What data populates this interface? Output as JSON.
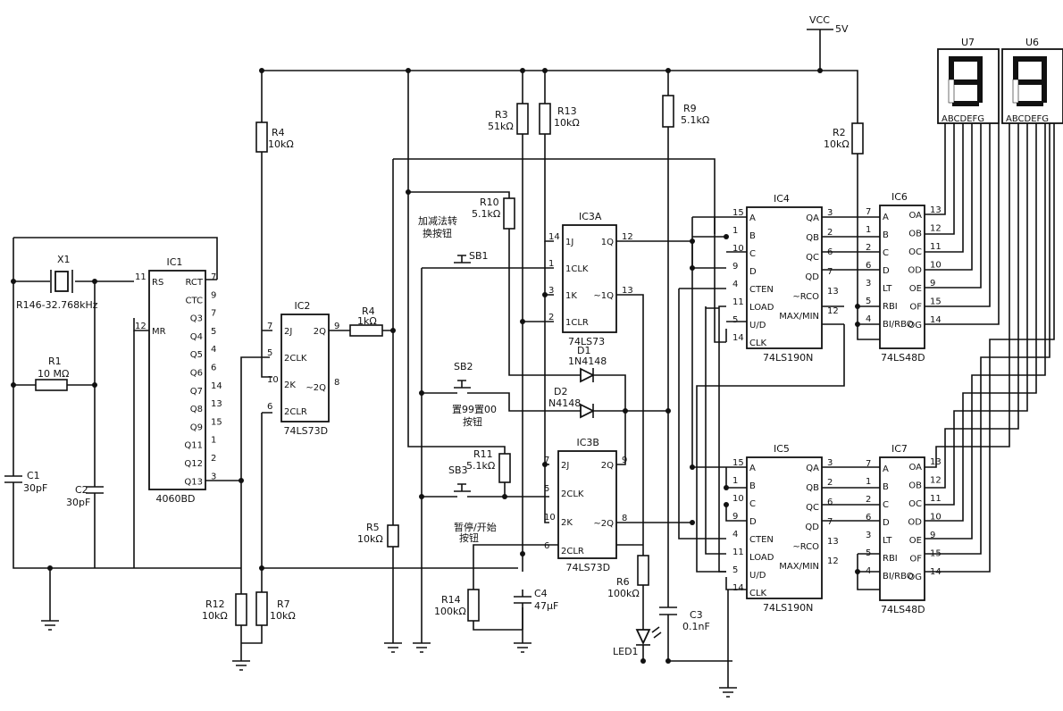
{
  "power": {
    "vcc": "VCC",
    "volt": "5V"
  },
  "crystal": {
    "ref": "X1",
    "desc": "R146-32.768kHz"
  },
  "resistors": {
    "r1": {
      "ref": "R1",
      "val": "10 MΩ"
    },
    "r4a": {
      "ref": "R4",
      "val": "10kΩ"
    },
    "r4b": {
      "ref": "R4",
      "val": "1kΩ"
    },
    "r3": {
      "ref": "R3",
      "val": "51kΩ"
    },
    "r13": {
      "ref": "R13",
      "val": "10kΩ"
    },
    "r9": {
      "ref": "R9",
      "val": "5.1kΩ"
    },
    "r2": {
      "ref": "R2",
      "val": "10kΩ"
    },
    "r10": {
      "ref": "R10",
      "val": "5.1kΩ"
    },
    "r11": {
      "ref": "R11",
      "val": "5.1kΩ"
    },
    "r5": {
      "ref": "R5",
      "val": "10kΩ"
    },
    "r12": {
      "ref": "R12",
      "val": "10kΩ"
    },
    "r7": {
      "ref": "R7",
      "val": "10kΩ"
    },
    "r14": {
      "ref": "R14",
      "val": "100kΩ"
    },
    "r6": {
      "ref": "R6",
      "val": "100kΩ"
    }
  },
  "capacitors": {
    "c1": {
      "ref": "C1",
      "val": "30pF"
    },
    "c2": {
      "ref": "C2",
      "val": "30pF"
    },
    "c4": {
      "ref": "C4",
      "val": "47μF"
    },
    "c3": {
      "ref": "C3",
      "val": "0.1nF"
    }
  },
  "diodes": {
    "d1": {
      "ref": "D1",
      "val": "1N4148"
    },
    "d2": {
      "ref": "D2",
      "val": "N4148"
    },
    "led": {
      "ref": "LED1"
    }
  },
  "switches": {
    "sb1": {
      "ref": "SB1",
      "caption": [
        "加减法转",
        "换按钮"
      ]
    },
    "sb2": {
      "ref": "SB2",
      "caption": [
        "置99置00",
        "按钮"
      ]
    },
    "sb3": {
      "ref": "SB3",
      "caption": [
        "暂停/开始",
        "按钮"
      ]
    }
  },
  "ics": {
    "ic1": {
      "ref": "IC1",
      "part": "4060BD",
      "left_pins": [
        {
          "num": "11",
          "name": "RS"
        },
        {
          "num": "12",
          "name": "MR"
        }
      ],
      "right_pins": [
        {
          "num": "7",
          "name": "RCT"
        },
        {
          "num": "9",
          "name": "CTC"
        },
        {
          "num": "7",
          "name": "Q3"
        },
        {
          "num": "5",
          "name": "Q4"
        },
        {
          "num": "4",
          "name": "Q5"
        },
        {
          "num": "6",
          "name": "Q6"
        },
        {
          "num": "14",
          "name": "Q7"
        },
        {
          "num": "13",
          "name": "Q8"
        },
        {
          "num": "15",
          "name": "Q9"
        },
        {
          "num": "1",
          "name": "Q11"
        },
        {
          "num": "2",
          "name": "Q12"
        },
        {
          "num": "3",
          "name": "Q13"
        }
      ]
    },
    "ic2": {
      "ref": "IC2",
      "part": "74LS73D",
      "left_pins": [
        {
          "num": "7",
          "name": "2J"
        },
        {
          "num": "5",
          "name": "2CLK"
        },
        {
          "num": "10",
          "name": "2K"
        },
        {
          "num": "6",
          "name": "2CLR"
        }
      ],
      "right_pins": [
        {
          "num": "9",
          "name": "2Q"
        },
        {
          "num": "8",
          "name": "~2Q"
        }
      ]
    },
    "ic3a": {
      "ref": "IC3A",
      "part": "74LS73",
      "left_pins": [
        {
          "num": "14",
          "name": "1J"
        },
        {
          "num": "1",
          "name": "1CLK"
        },
        {
          "num": "3",
          "name": "1K"
        },
        {
          "num": "2",
          "name": "1CLR"
        }
      ],
      "right_pins": [
        {
          "num": "12",
          "name": "1Q"
        },
        {
          "num": "13",
          "name": "~1Q"
        }
      ]
    },
    "ic3b": {
      "ref": "IC3B",
      "part": "74LS73D",
      "left_pins": [
        {
          "num": "7",
          "name": "2J"
        },
        {
          "num": "5",
          "name": "2CLK"
        },
        {
          "num": "10",
          "name": "2K"
        },
        {
          "num": "6",
          "name": "2CLR"
        }
      ],
      "right_pins": [
        {
          "num": "9",
          "name": "2Q"
        },
        {
          "num": "8",
          "name": "~2Q"
        }
      ]
    },
    "ic4": {
      "ref": "IC4",
      "part": "74LS190N",
      "left_pins": [
        {
          "num": "15",
          "name": "A"
        },
        {
          "num": "1",
          "name": "B"
        },
        {
          "num": "10",
          "name": "C"
        },
        {
          "num": "9",
          "name": "D"
        },
        {
          "num": "4",
          "name": "CTEN"
        },
        {
          "num": "11",
          "name": "LOAD"
        },
        {
          "num": "5",
          "name": "U/D"
        },
        {
          "num": "14",
          "name": "CLK"
        }
      ],
      "right_pins": [
        {
          "num": "3",
          "name": "QA"
        },
        {
          "num": "2",
          "name": "QB"
        },
        {
          "num": "6",
          "name": "QC"
        },
        {
          "num": "7",
          "name": "QD"
        },
        {
          "num": "13",
          "name": "~RCO"
        },
        {
          "num": "12",
          "name": "MAX/MIN"
        }
      ]
    },
    "ic5": {
      "ref": "IC5",
      "part": "74LS190N",
      "left_pins": [
        {
          "num": "15",
          "name": "A"
        },
        {
          "num": "1",
          "name": "B"
        },
        {
          "num": "10",
          "name": "C"
        },
        {
          "num": "9",
          "name": "D"
        },
        {
          "num": "4",
          "name": "CTEN"
        },
        {
          "num": "11",
          "name": "LOAD"
        },
        {
          "num": "5",
          "name": "U/D"
        },
        {
          "num": "14",
          "name": "CLK"
        }
      ],
      "right_pins": [
        {
          "num": "3",
          "name": "QA"
        },
        {
          "num": "2",
          "name": "QB"
        },
        {
          "num": "6",
          "name": "QC"
        },
        {
          "num": "7",
          "name": "QD"
        },
        {
          "num": "13",
          "name": "~RCO"
        },
        {
          "num": "12",
          "name": "MAX/MIN"
        }
      ]
    },
    "ic6": {
      "ref": "IC6",
      "part": "74LS48D",
      "left_pins": [
        {
          "num": "7",
          "name": "A"
        },
        {
          "num": "1",
          "name": "B"
        },
        {
          "num": "2",
          "name": "C"
        },
        {
          "num": "6",
          "name": "D"
        },
        {
          "num": "3",
          "name": "LT"
        },
        {
          "num": "5",
          "name": "RBI"
        },
        {
          "num": "4",
          "name": "BI/RBO"
        }
      ],
      "right_pins": [
        {
          "num": "13",
          "name": "OA"
        },
        {
          "num": "12",
          "name": "OB"
        },
        {
          "num": "11",
          "name": "OC"
        },
        {
          "num": "10",
          "name": "OD"
        },
        {
          "num": "9",
          "name": "OE"
        },
        {
          "num": "15",
          "name": "OF"
        },
        {
          "num": "14",
          "name": "OG"
        }
      ]
    },
    "ic7": {
      "ref": "IC7",
      "part": "74LS48D",
      "left_pins": [
        {
          "num": "7",
          "name": "A"
        },
        {
          "num": "1",
          "name": "B"
        },
        {
          "num": "2",
          "name": "C"
        },
        {
          "num": "6",
          "name": "D"
        },
        {
          "num": "3",
          "name": "LT"
        },
        {
          "num": "5",
          "name": "RBI"
        },
        {
          "num": "4",
          "name": "BI/RBO"
        }
      ],
      "right_pins": [
        {
          "num": "13",
          "name": "OA"
        },
        {
          "num": "12",
          "name": "OB"
        },
        {
          "num": "11",
          "name": "OC"
        },
        {
          "num": "10",
          "name": "OD"
        },
        {
          "num": "9",
          "name": "OE"
        },
        {
          "num": "15",
          "name": "OF"
        },
        {
          "num": "14",
          "name": "OG"
        }
      ]
    }
  },
  "displays": {
    "u7": {
      "ref": "U7",
      "pins": "ABCDEFG",
      "digit": "9"
    },
    "u6": {
      "ref": "U6",
      "pins": "ABCDEFG",
      "digit": "9"
    }
  }
}
